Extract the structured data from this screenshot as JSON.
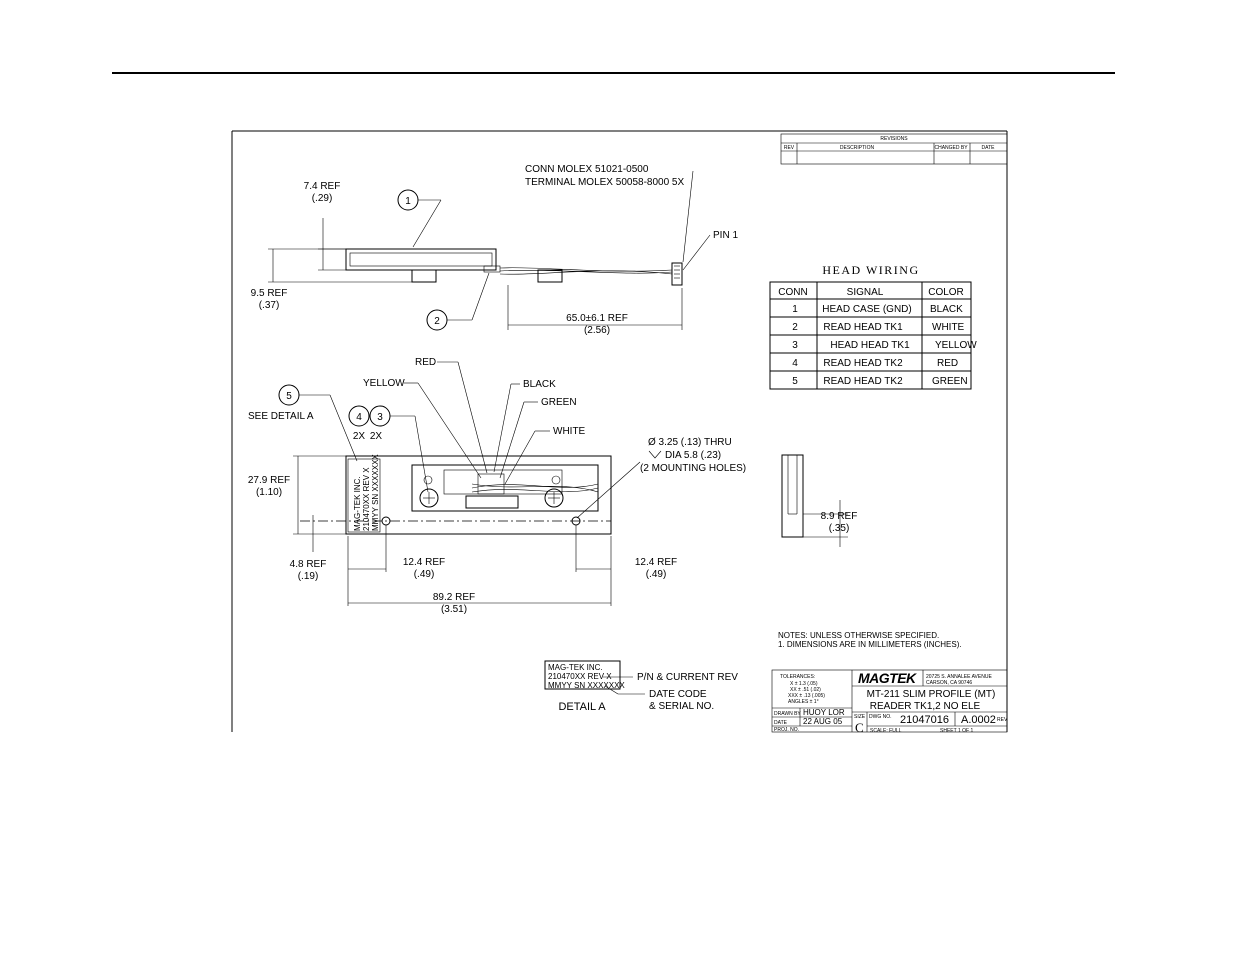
{
  "revisions": {
    "title": "REVISIONS",
    "columns": [
      "REV",
      "DESCRIPTION",
      "CHANGED BY",
      "DATE"
    ]
  },
  "connector": {
    "line1": "CONN MOLEX 51021-0500",
    "line2": "TERMINAL MOLEX 50058-8000 5X",
    "pin_label": "PIN 1"
  },
  "balloons": [
    "1",
    "2",
    "4",
    "3",
    "5"
  ],
  "side_view": {
    "dim_74": "7.4 REF",
    "dim_74_in": "(.29)",
    "dim_95": "9.5 REF",
    "dim_95_in": "(.37)",
    "dim_650": "65.0±6.1 REF",
    "dim_650_in": "(2.56)"
  },
  "wires": {
    "red": "RED",
    "yellow": "YELLOW",
    "black": "BLACK",
    "green": "GREEN",
    "white": "WHITE"
  },
  "mounting": {
    "line1": "Ø 3.25 (.13) THRU",
    "line2": "DIA 5.8 (.23)",
    "line3": "(2 MOUNTING HOLES)"
  },
  "see_detail": "SEE DETAIL A",
  "qty_4": "2X",
  "qty_3": "2X",
  "front_view": {
    "dim_279": "27.9 REF",
    "dim_279_in": "(1.10)",
    "dim_48": "4.8 REF",
    "dim_48_in": "(.19)",
    "dim_124_left": "12.4 REF",
    "dim_124_left_in": "(.49)",
    "dim_124_right": "12.4 REF",
    "dim_124_right_in": "(.49)",
    "dim_892": "89.2 REF",
    "dim_892_in": "(3.51)",
    "label_line1": "MAG-TEK INC.",
    "label_line2": "210470XX REV X",
    "label_line3": "MMYY SN XXXXXXX"
  },
  "head_wiring": {
    "title": "HEAD WIRING",
    "columns": [
      "CONN",
      "SIGNAL",
      "COLOR"
    ],
    "rows": [
      [
        "1",
        "HEAD CASE (GND)",
        "BLACK"
      ],
      [
        "2",
        "READ HEAD TK1",
        "WHITE"
      ],
      [
        "3",
        "HEAD HEAD TK1",
        "YELLOW"
      ],
      [
        "4",
        "READ HEAD TK2",
        "RED"
      ],
      [
        "5",
        "READ HEAD TK2",
        "GREEN"
      ]
    ]
  },
  "end_view": {
    "dim_89": "8.9 REF",
    "dim_89_in": "(.35)"
  },
  "notes": {
    "line1": "NOTES: UNLESS OTHERWISE SPECIFIED.",
    "line2": "1. DIMENSIONS ARE IN MILLIMETERS (INCHES)."
  },
  "detail_a": {
    "label_line1": "MAG-TEK INC.",
    "label_line2": "210470XX REV X",
    "label_line3": "MMYY SN XXXXXXX",
    "callout_pn": "P/N & CURRENT REV",
    "callout_date1": "DATE CODE",
    "callout_date2": "& SERIAL NO.",
    "title": "DETAIL A"
  },
  "title_block": {
    "tolerances_title": "TOLERANCES:",
    "tol_x": "X ± 1.3 (.05)",
    "tol_xx": "XX ± .51 (.02)",
    "tol_xxx": "XXX ± .13 (.005)",
    "tol_angles": "ANGLES ± 1°",
    "logo": "MAGTEK",
    "address1": "20725 S. ANNALEE AVENUE",
    "address2": "CARSON, CA 90746",
    "title_line1": "MT-211 SLIM PROFILE (MT)",
    "title_line2": "READER TK1,2 NO ELE",
    "drawn_by_label": "DRAWN BY",
    "drawn_by": "HUOY LOR",
    "date_label": "DATE",
    "date": "22 AUG 05",
    "size_label": "SIZE",
    "size": "C",
    "dwg_no_label": "DWG NO.",
    "dwg_no": "21047016",
    "rev": "A.0002",
    "rev_label": "REV",
    "scale_label": "SCALE: FULL",
    "sheet_label": "SHEET 1 OF 1",
    "project_label": "PROJ. NO."
  }
}
